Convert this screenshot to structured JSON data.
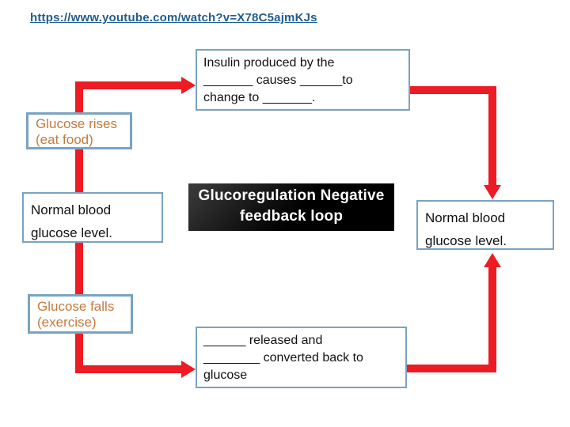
{
  "link": {
    "url": "https://www.youtube.com/watch?v=X78C5ajmKJs"
  },
  "boxes": {
    "insulin": {
      "lines": [
        "Insulin produced by the",
        "_______ causes ______to",
        "change to _______."
      ]
    },
    "glucose_rises": {
      "lines": [
        "Glucose rises",
        "(eat food)"
      ]
    },
    "normal_left": {
      "lines": [
        "Normal blood",
        "glucose level."
      ]
    },
    "title": {
      "lines": [
        "Glucoregulation",
        "Negative feedback loop"
      ]
    },
    "normal_right": {
      "lines": [
        "Normal blood",
        "glucose level."
      ]
    },
    "glucose_falls": {
      "lines": [
        "Glucose falls",
        "(exercise)"
      ]
    },
    "glucagon": {
      "lines": [
        "______ released and",
        "________ converted back to",
        "glucose"
      ]
    }
  },
  "colors": {
    "arrow_red": "#ed1c24",
    "border_blue": "#79a3c1",
    "orange_text": "#c47a3d",
    "link_blue": "#205e8e",
    "title_bg": "#000000",
    "title_fg": "#ffffff"
  }
}
